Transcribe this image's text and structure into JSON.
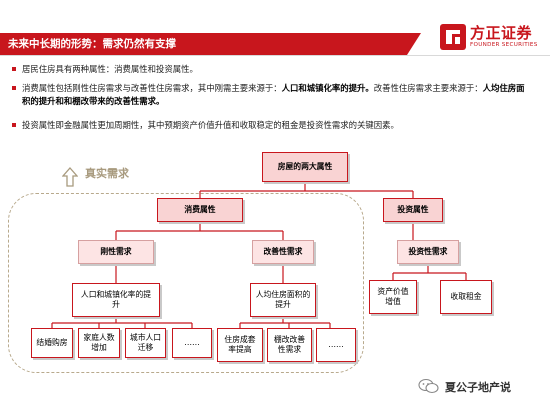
{
  "header": {
    "title": "未来中长期的形势：需求仍然有支撑"
  },
  "logo": {
    "cn": "方正证券",
    "en": "FOUNDER SECURITIES"
  },
  "bullets": [
    {
      "pre": "居民住房具有两种属性：消费属性和投资属性。",
      "bold": "",
      "post": ""
    },
    {
      "pre": "消费属性包括刚性住房需求与改善性住房需求，其中刚需主要来源于：",
      "bold": "人口和城镇化率的提升。",
      "post": "改善性住房需求主要来源于：",
      "bold2": "人均住房面积的提升和和棚改带来的改善性需求。"
    },
    {
      "pre": "投资属性即金融属性更加周期性，其中预期资产价值升值和收取稳定的租金是投资性需求的关键因素。",
      "bold": "",
      "post": ""
    }
  ],
  "diagram": {
    "real_demand_label": "真实需求",
    "root": "房屋的两大属性",
    "consumption": "消费属性",
    "investment": "投资属性",
    "rigid_demand": "刚性需求",
    "improve_demand": "改善性需求",
    "investment_demand": "投资性需求",
    "rigid_source": "人口和城镇化率的提升",
    "improve_source": "人均住房面积的提升",
    "asset_value": "资产价值增值",
    "rent": "收取租金",
    "leaves": [
      "结婚购房",
      "家庭人数增加",
      "城市人口迁移",
      "……",
      "住房成套率提高",
      "棚改改善性需求",
      "……"
    ]
  },
  "watermark": {
    "text": "夏公子地产说"
  }
}
